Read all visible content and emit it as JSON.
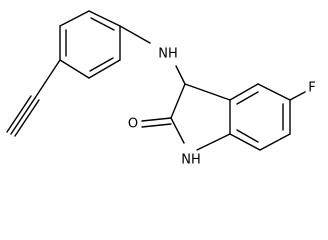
{
  "molecule": {
    "atom_labels": {
      "amine": "NH",
      "fluorine": "F",
      "carbonyl_oxygen": "O",
      "lactam_nitrogen": "NH"
    }
  }
}
